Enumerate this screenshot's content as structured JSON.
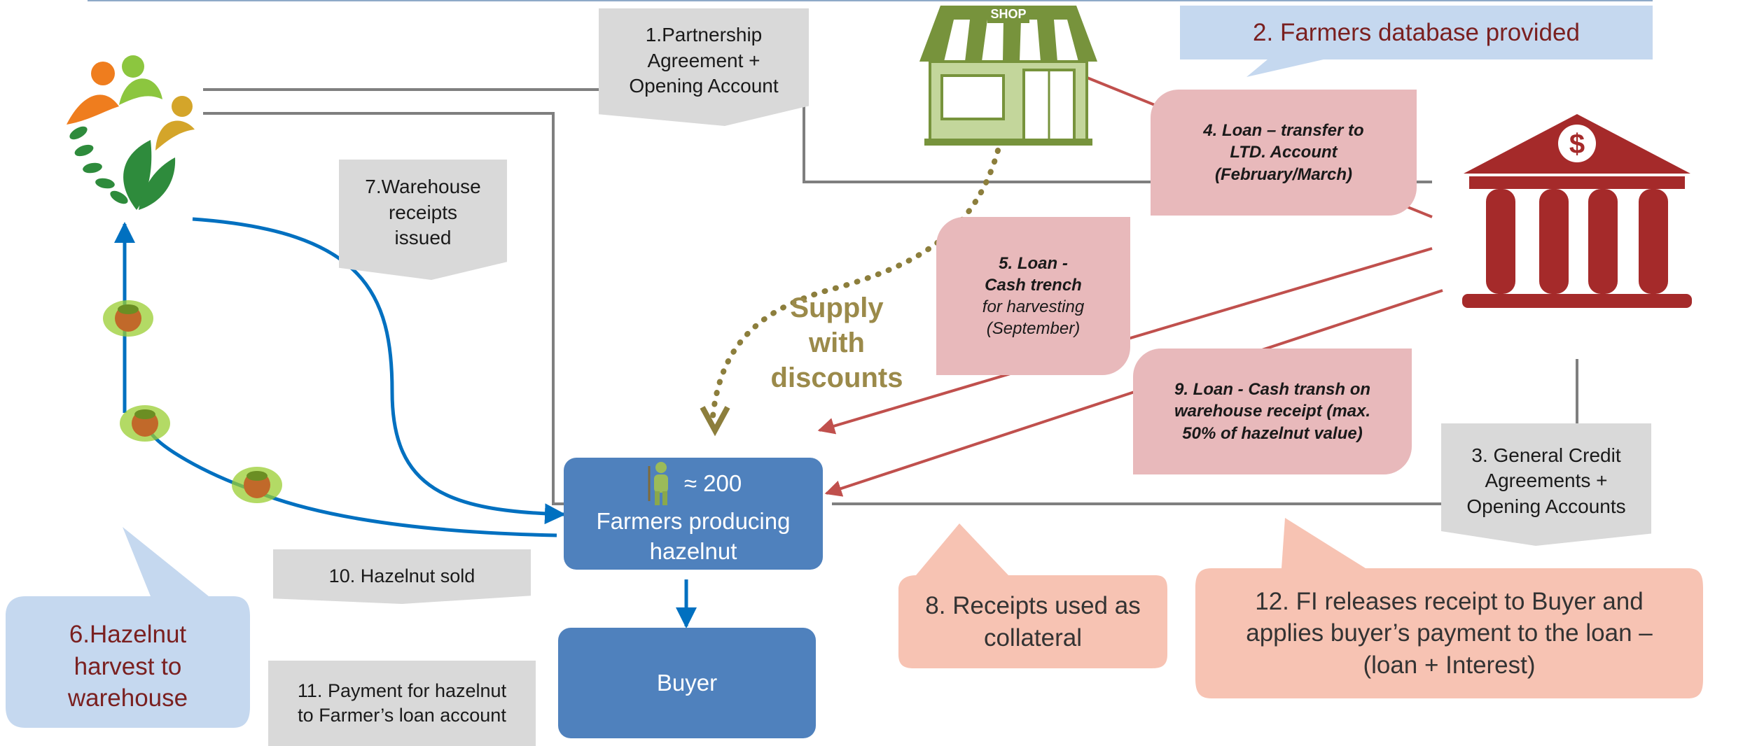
{
  "boxes": {
    "partnership": "1.Partnership\nAgreement +\nOpening Account",
    "farmers_db": "2. Farmers database provided",
    "general_credit": "3. General Credit\nAgreements  +\nOpening Accounts",
    "loan_transfer": "4. Loan – transfer to\nLTD. Account\n(February/March)",
    "loan_cash_title": "5. Loan -\nCash trench",
    "loan_cash_sub": "for harvesting\n(September)",
    "harvest": "6.Hazelnut\nharvest to\nwarehouse",
    "warehouse_receipts": "7.Warehouse\nreceipts\nissued",
    "collateral": "8. Receipts used as\ncollateral",
    "loan_receipt": "9. Loan - Cash transh on\nwarehouse receipt (max.\n50% of hazelnut value)",
    "hazelnut_sold": "10. Hazelnut sold",
    "payment": "11. Payment for hazelnut\nto Farmer’s loan account",
    "fi_releases": "12. FI releases receipt to Buyer and\napplies buyer’s payment to the loan –\n(loan + Interest)",
    "farmers_count": "≈ 200",
    "farmers_label": "Farmers producing\nhazelnut",
    "buyer": "Buyer",
    "supply": "Supply\nwith\ndiscounts",
    "shop_sign": "SHOP"
  },
  "colors": {
    "connector_gray": "#7f7f7f",
    "arrow_red": "#c0504d",
    "arrow_blue": "#0070c0",
    "dotted_olive": "#8c7e3c",
    "node_blue": "#4f81bd",
    "bank_red": "#a52a2a",
    "shop_green": "#77933c"
  },
  "icons": [
    "partnership-logo-icon",
    "shop-icon",
    "bank-icon",
    "hazelnut-icon",
    "farmer-icon"
  ]
}
